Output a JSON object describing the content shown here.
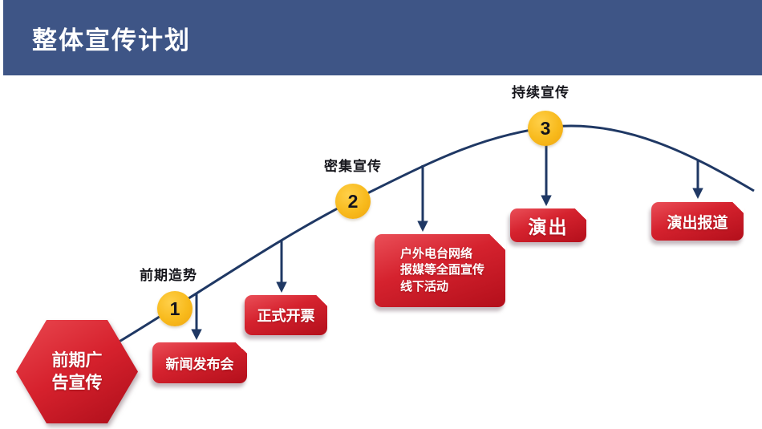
{
  "header": {
    "title": "整体宣传计划"
  },
  "phases": [
    {
      "num": "1",
      "label": "前期造势"
    },
    {
      "num": "2",
      "label": "密集宣传"
    },
    {
      "num": "3",
      "label": "持续宣传"
    }
  ],
  "start_shape": {
    "label": "前期广告宣传"
  },
  "boxes": {
    "news": {
      "label": "新闻发布会"
    },
    "ticket": {
      "label": "正式开票"
    },
    "media": {
      "lines": [
        "户外电台网络",
        "报媒等全面宣传",
        "线下活动"
      ]
    },
    "show": {
      "label": "演出"
    },
    "report": {
      "label": "演出报道"
    }
  },
  "colors": {
    "header_bg": "#3e5586",
    "curve": "#1f3864",
    "circle_fill": "#f8ba1c",
    "box_red": "#c8161f"
  }
}
